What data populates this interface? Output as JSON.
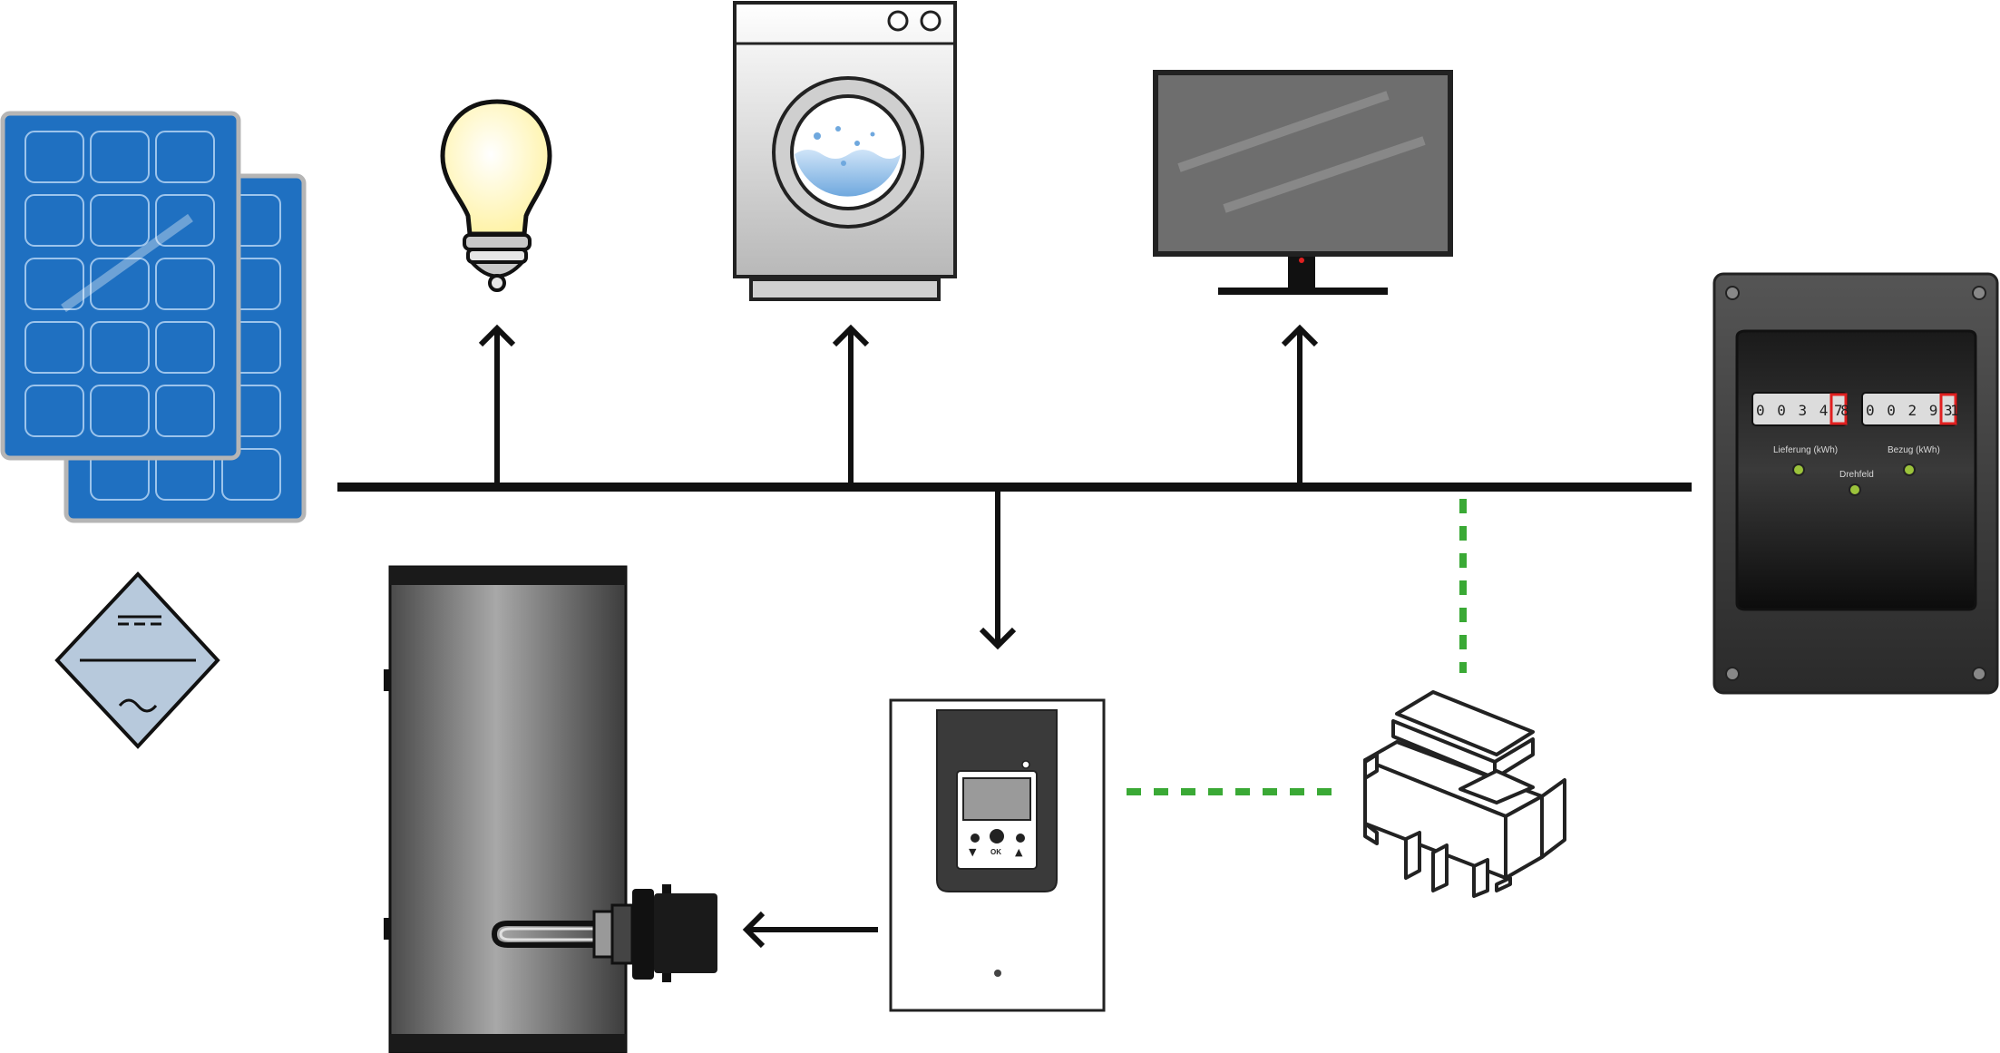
{
  "meter": {
    "export_digits": "0 0 3 4 8",
    "export_last_digit": "7",
    "import_digits": "0 0 2 9 1",
    "import_last_digit": "3",
    "export_label": "Lieferung (kWh)",
    "import_label": "Bezug (kWh)",
    "rotary_label": "Drehfeld"
  },
  "controller": {
    "down_symbol": "▼",
    "ok_label": "OK",
    "up_symbol": "▲"
  },
  "colors": {
    "solar_blue": "#1f70c1",
    "data_link_green": "#3aa935",
    "bus_line": "#111111",
    "meter_body": "#3a3a3a",
    "meter_highlight": "#e02020",
    "bulb_glow": "#fff3a8"
  },
  "icons": {
    "solar_panels": "solar-panel-icon",
    "inverter": "inverter-symbol-icon",
    "light_bulb": "light-bulb-icon",
    "washing_machine": "washing-machine-icon",
    "television": "television-icon",
    "energy_meter": "energy-meter-icon",
    "hot_water_tank": "hot-water-tank-icon",
    "power_controller": "power-controller-icon",
    "din_rail_module": "din-rail-module-icon"
  }
}
